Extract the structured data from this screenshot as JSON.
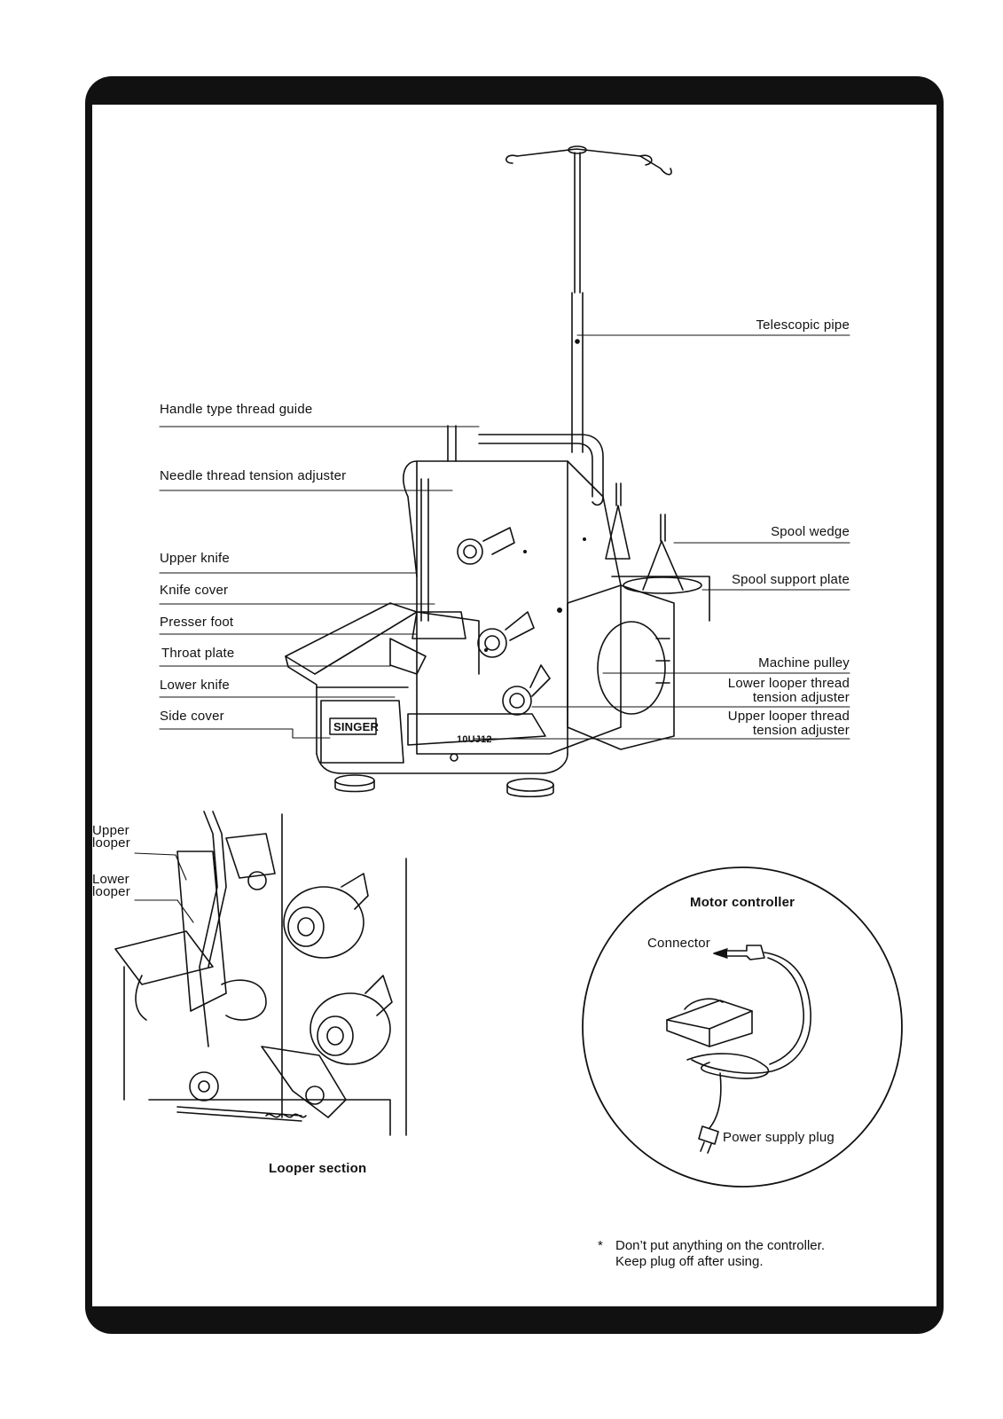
{
  "callouts": {
    "telescopic_pipe": "Telescopic pipe",
    "handle_type_thread_guide": "Handle type thread guide",
    "needle_thread_tension_adjuster": "Needle thread tension adjuster",
    "spool_wedge": "Spool wedge",
    "spool_support_plate": "Spool support plate",
    "upper_knife": "Upper knife",
    "knife_cover": "Knife cover",
    "presser_foot": "Presser foot",
    "throat_plate": "Throat plate",
    "lower_knife": "Lower knife",
    "side_cover": "Side cover",
    "machine_pulley": "Machine pulley",
    "lower_looper_line1": "Lower looper thread",
    "lower_looper_line2": "tension adjuster",
    "upper_looper_line1": "Upper looper thread",
    "upper_looper_line2": "tension adjuster"
  },
  "machine_markings": {
    "brand": "SINGER",
    "model": "10UJ12"
  },
  "looper_section": {
    "caption": "Looper section",
    "upper_looper_1": "Upper",
    "upper_looper_2": "looper",
    "lower_looper_1": "Lower",
    "lower_looper_2": "looper"
  },
  "motor_controller": {
    "title": "Motor controller",
    "connector": "Connector",
    "power_supply_plug": "Power supply plug"
  },
  "note": {
    "bullet": "*",
    "line1": "Don’t put anything on the controller.",
    "line2": "Keep plug off after using."
  },
  "icons": [
    "spool-pin-icon",
    "sewing-machine-illustration",
    "looper-mechanism-illustration",
    "foot-controller-illustration"
  ]
}
